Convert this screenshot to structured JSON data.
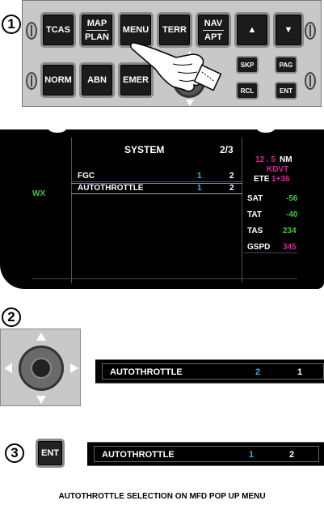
{
  "steps": [
    "1",
    "2",
    "3"
  ],
  "panel": {
    "row1": {
      "tcas": "TCAS",
      "map": "MAP",
      "plan": "PLAN",
      "menu": "MENU",
      "terr": "TERR",
      "nav": "NAV",
      "apt": "APT",
      "up": "▲",
      "down": "▼"
    },
    "row2": {
      "norm": "NORM",
      "abn": "ABN",
      "emer": "EMER",
      "skp": "SKP",
      "pag": "PAG",
      "rcl": "RCL",
      "ent": "ENT"
    }
  },
  "mfd": {
    "title": "SYSTEM",
    "page": "2/3",
    "rows": [
      {
        "label": "FGC",
        "a": "1",
        "b": "2"
      },
      {
        "label": "AUTOTHROTTLE",
        "a": "1",
        "b": "2"
      }
    ],
    "wx": "WX",
    "distance": "12 . 5",
    "distance_unit": "NM",
    "waypoint": "KDVT",
    "ete_label": "ETE",
    "ete_value": "1+36",
    "data": [
      {
        "label": "SAT",
        "value": "-56"
      },
      {
        "label": "TAT",
        "value": "-40"
      },
      {
        "label": "TAS",
        "value": "234"
      },
      {
        "label": "GSPD",
        "value": "345"
      }
    ]
  },
  "step2": {
    "label": "AUTOTHROTTLE",
    "a": "2",
    "b": "1"
  },
  "step3": {
    "key": "ENT",
    "label": "AUTOTHROTTLE",
    "a": "1",
    "b": "2"
  },
  "caption": "AUTOTHROTTLE SELECTION ON MFD POP UP MENU",
  "colors": {
    "cyan": "#33b5e8",
    "green": "#3cc83c",
    "magenta": "#e0209a"
  }
}
